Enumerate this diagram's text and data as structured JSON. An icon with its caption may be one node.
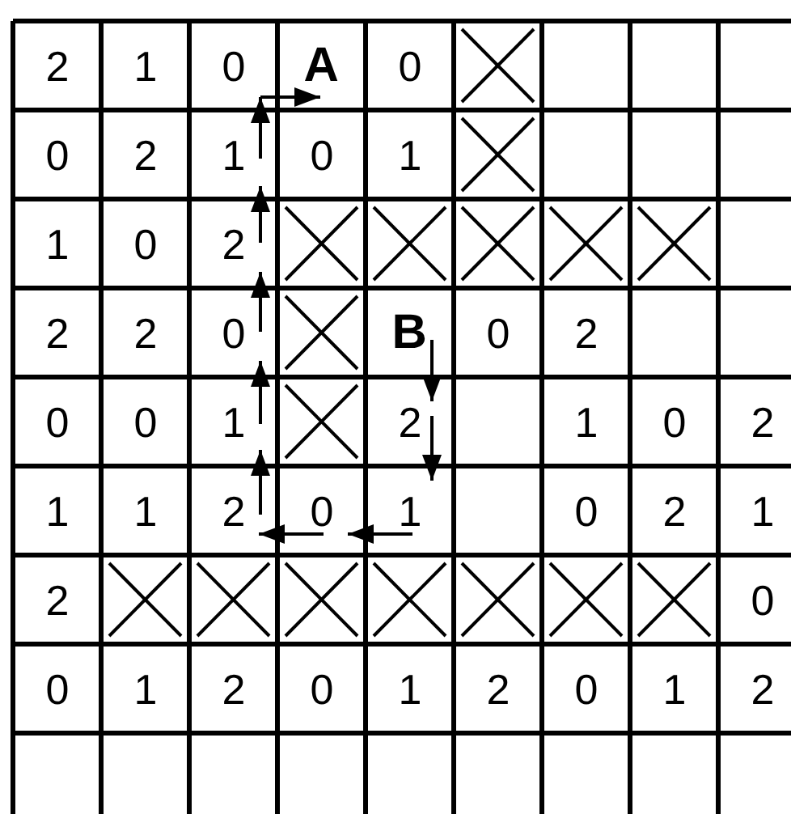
{
  "diagram": {
    "labels": [
      "2",
      "1",
      "0",
      "A",
      "0",
      "0",
      "2",
      "1",
      "0",
      "1",
      "1",
      "0",
      "2",
      "2",
      "2",
      "0",
      "B",
      "0",
      "2",
      "0",
      "0",
      "1",
      "2",
      "1",
      "0",
      "2",
      "1",
      "1",
      "2",
      "0",
      "1",
      "0",
      "2",
      "1",
      "2",
      "0",
      "0",
      "1",
      "2",
      "0",
      "1",
      "2",
      "0",
      "1",
      "2"
    ]
  }
}
